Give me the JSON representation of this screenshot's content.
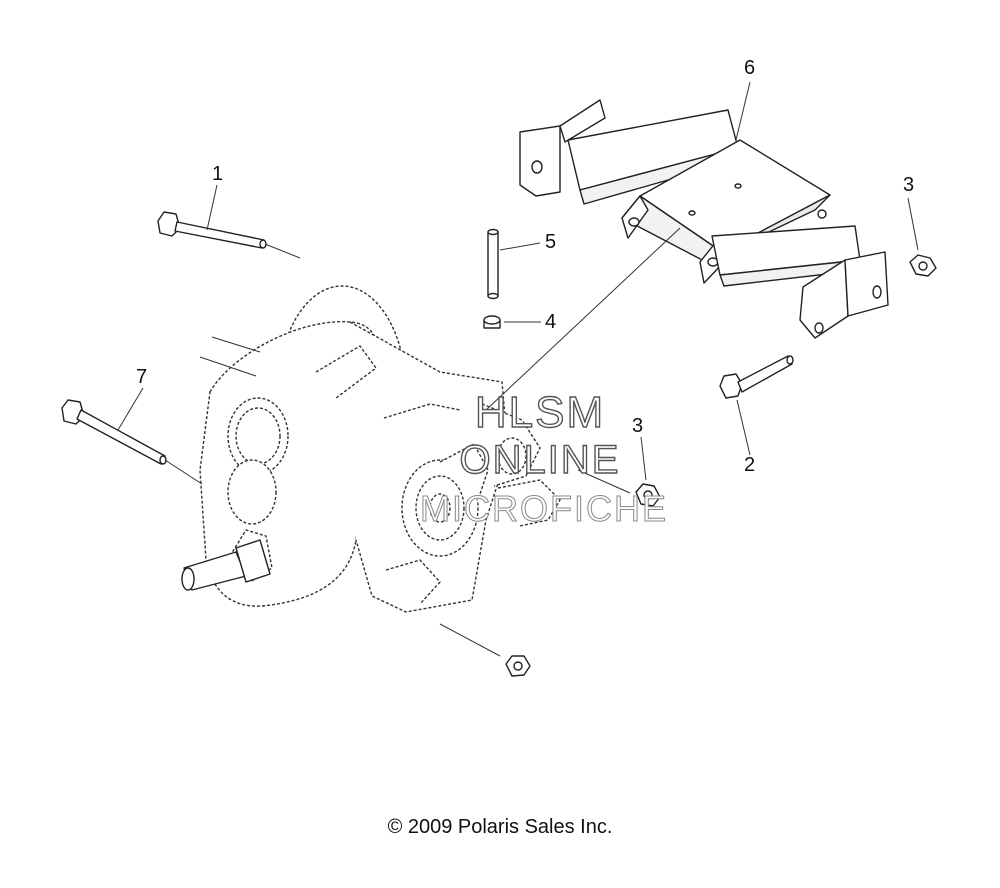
{
  "callouts": {
    "c1": "1",
    "c2": "2",
    "c3a": "3",
    "c3b": "3",
    "c4": "4",
    "c5": "5",
    "c6": "6",
    "c7": "7"
  },
  "watermark": {
    "line1": "HLSM",
    "line2": "ONLINE",
    "line3": "MICROFICHE"
  },
  "copyright": "© 2009 Polaris Sales Inc."
}
